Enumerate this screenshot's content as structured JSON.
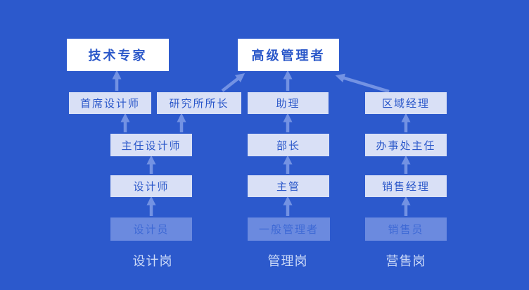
{
  "palette": {
    "background": "#2C59CC",
    "apex_box_bg": "#FFFFFF",
    "apex_box_text": "#2B58C9",
    "level_box_bg": "#D9E0F6",
    "level_box_text": "#2A57C9",
    "entry_box_bg": "#6B8ADF",
    "entry_box_text": "#3E69D5",
    "arrow": "#7392E3",
    "track_label_text": "#CBD9F7"
  },
  "diagram": {
    "type": "career-ladder-org-diagram",
    "nodes": {
      "tech_expert": "技术专家",
      "senior_manager": "高级管理者",
      "chief_designer": "首席设计师",
      "institute_director": "研究所所长",
      "assistant": "助理",
      "regional_manager": "区域经理",
      "director_designer": "主任设计师",
      "department_head": "部长",
      "office_director": "办事处主任",
      "designer": "设计师",
      "supervisor": "主管",
      "sales_manager": "销售经理",
      "junior_designer": "设计员",
      "general_manager": "一般管理者",
      "salesperson": "销售员"
    },
    "track_labels": {
      "design": "设计岗",
      "management": "管理岗",
      "sales": "营售岗"
    },
    "edges": [
      {
        "from": "junior_designer",
        "to": "designer"
      },
      {
        "from": "designer",
        "to": "director_designer"
      },
      {
        "from": "director_designer",
        "to": "chief_designer"
      },
      {
        "from": "director_designer",
        "to": "institute_director"
      },
      {
        "from": "chief_designer",
        "to": "tech_expert"
      },
      {
        "from": "institute_director",
        "to": "senior_manager"
      },
      {
        "from": "general_manager",
        "to": "supervisor"
      },
      {
        "from": "supervisor",
        "to": "department_head"
      },
      {
        "from": "department_head",
        "to": "assistant"
      },
      {
        "from": "assistant",
        "to": "senior_manager"
      },
      {
        "from": "salesperson",
        "to": "sales_manager"
      },
      {
        "from": "sales_manager",
        "to": "office_director"
      },
      {
        "from": "office_director",
        "to": "regional_manager"
      },
      {
        "from": "regional_manager",
        "to": "senior_manager"
      }
    ]
  }
}
